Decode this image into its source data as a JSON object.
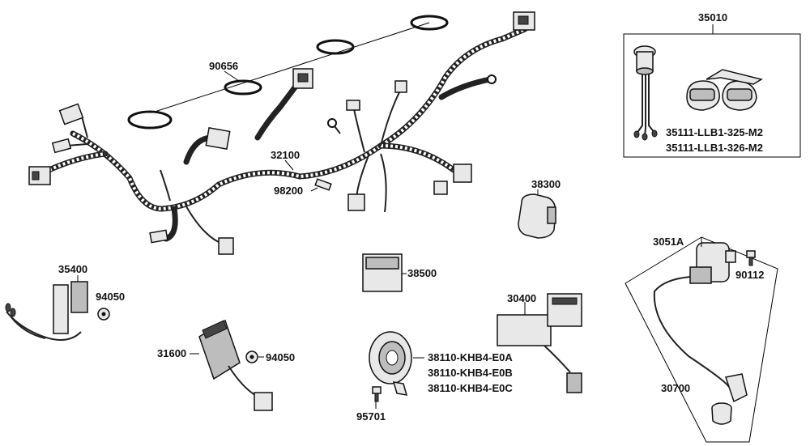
{
  "labels": {
    "p35010": "35010",
    "p35111a": "35111-LLB1-325-M2",
    "p35111b": "35111-LLB1-326-M2",
    "p90656": "90656",
    "p32100": "32100",
    "p98200": "98200",
    "p38300": "38300",
    "p3051A": "3051A",
    "p90112": "90112",
    "p35400": "35400",
    "p94050a": "94050",
    "p38500": "38500",
    "p30400": "30400",
    "p31600": "31600",
    "p94050b": "94050",
    "p38110a": "38110-KHB4-E0A",
    "p38110b": "38110-KHB4-E0B",
    "p38110c": "38110-KHB4-E0C",
    "p95701": "95701",
    "p30700": "30700"
  }
}
